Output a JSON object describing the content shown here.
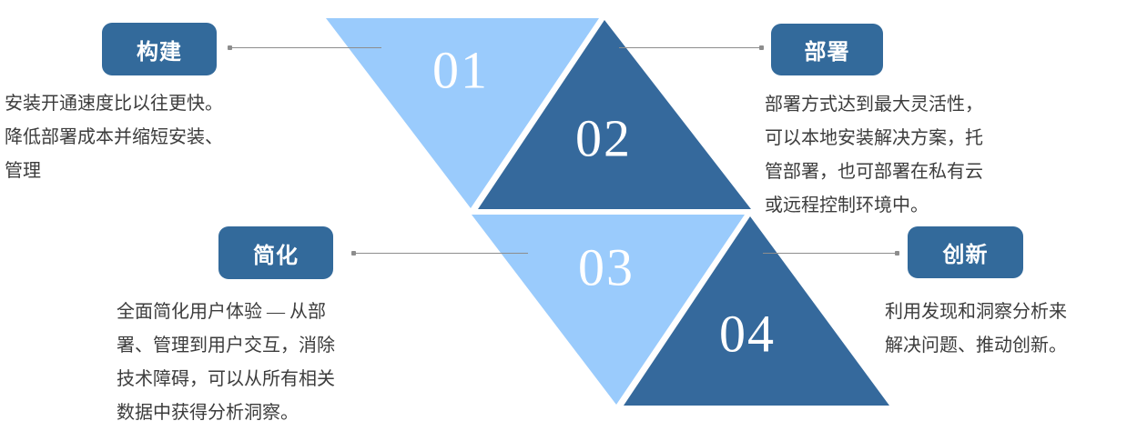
{
  "colors": {
    "light_blue": "#9ACBFC",
    "dark_blue": "#35699C",
    "pill_blue": "#336A9B",
    "connector_gray": "#8D8D8D",
    "body_text": "#3C3C3C",
    "background": "#FFFFFF",
    "number_text": "#FFFFFF"
  },
  "steps": [
    {
      "number": "01",
      "pill_label": "构建",
      "description": "安装开通速度比以往更快。\n降低部署成本并缩短安装、\n管理",
      "triangle_direction": "down",
      "triangle_color": "#9ACBFC",
      "side": "left"
    },
    {
      "number": "02",
      "pill_label": "部署",
      "description": "部署方式达到最大灵活性，\n可以本地安装解决方案，托\n管部署，也可部署在私有云\n或远程控制环境中。",
      "triangle_direction": "up",
      "triangle_color": "#35699C",
      "side": "right"
    },
    {
      "number": "03",
      "pill_label": "简化",
      "description": "全面简化用户体验 — 从部\n署、管理到用户交互，消除\n技术障碍，可以从所有相关\n数据中获得分析洞察。",
      "triangle_direction": "down",
      "triangle_color": "#9ACBFC",
      "side": "left"
    },
    {
      "number": "04",
      "pill_label": "创新",
      "description": "利用发现和洞察分析来\n解决问题、推动创新。",
      "triangle_direction": "up",
      "triangle_color": "#35699C",
      "side": "right"
    }
  ]
}
